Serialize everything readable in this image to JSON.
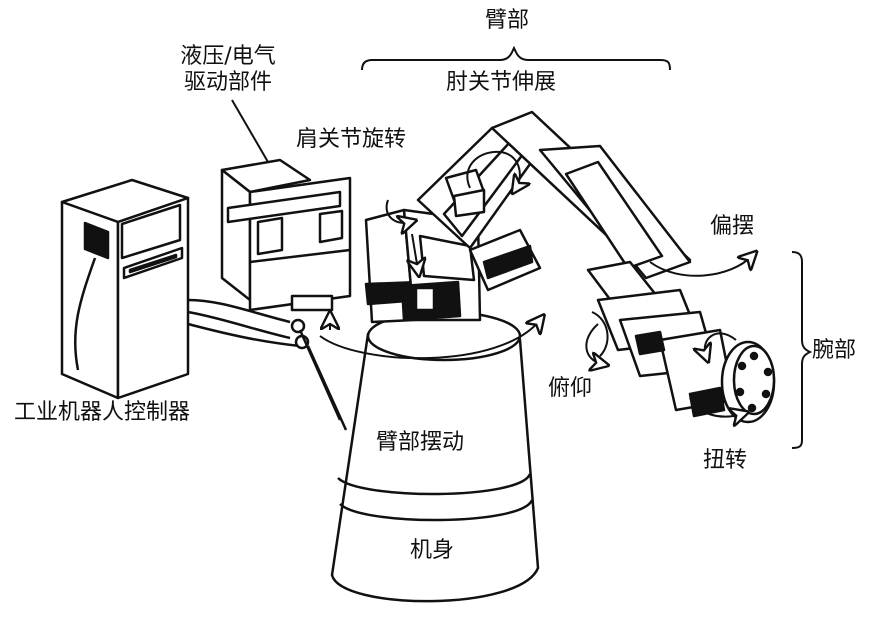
{
  "labels": {
    "arm": "臂部",
    "elbow_extension": "肘关节伸展",
    "hydraulic_electric_line1": "液压/电气",
    "hydraulic_electric_line2": "驱动部件",
    "shoulder_rotation": "肩关节旋转",
    "yaw": "偏摆",
    "wrist": "腕部",
    "pitch": "俯仰",
    "controller": "工业机器人控制器",
    "arm_swing": "臂部摆动",
    "twist": "扭转",
    "body": "机身"
  },
  "colors": {
    "line": "#111111",
    "fill": "#ffffff",
    "dark": "#111111"
  }
}
